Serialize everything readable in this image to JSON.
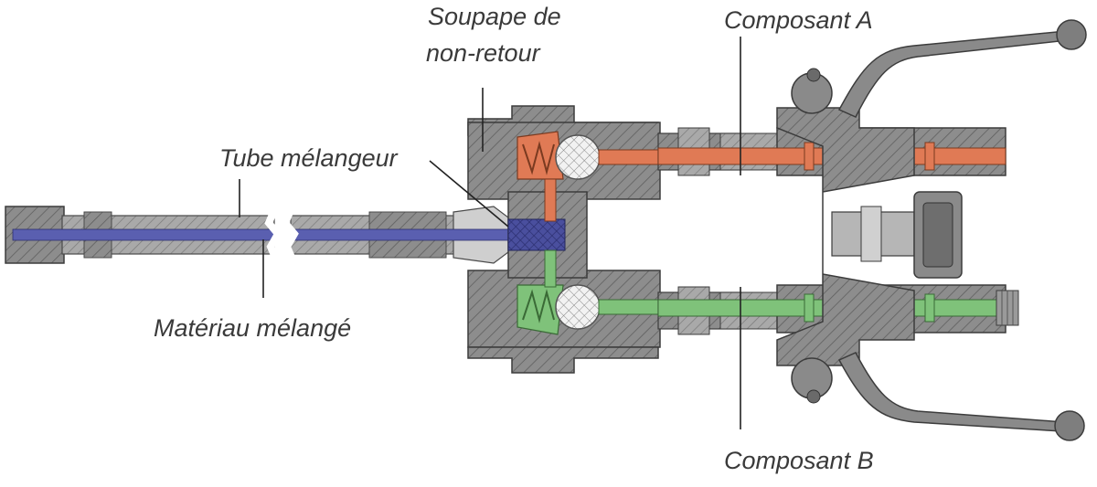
{
  "labels": {
    "check_valve_line1": "Soupape de",
    "check_valve_line2": "non-retour",
    "component_a": "Composant A",
    "mixing_tube": "Tube mélangeur",
    "mixed_material": "Matériau mélangé",
    "component_b": "Composant B"
  },
  "colors": {
    "component_a": "#e07a55",
    "component_b": "#7fc27a",
    "mixed": "#5a5fb0",
    "steel": "#8a8a8a",
    "steel_dark": "#5c5c5c",
    "steel_light": "#b4b4b4"
  }
}
